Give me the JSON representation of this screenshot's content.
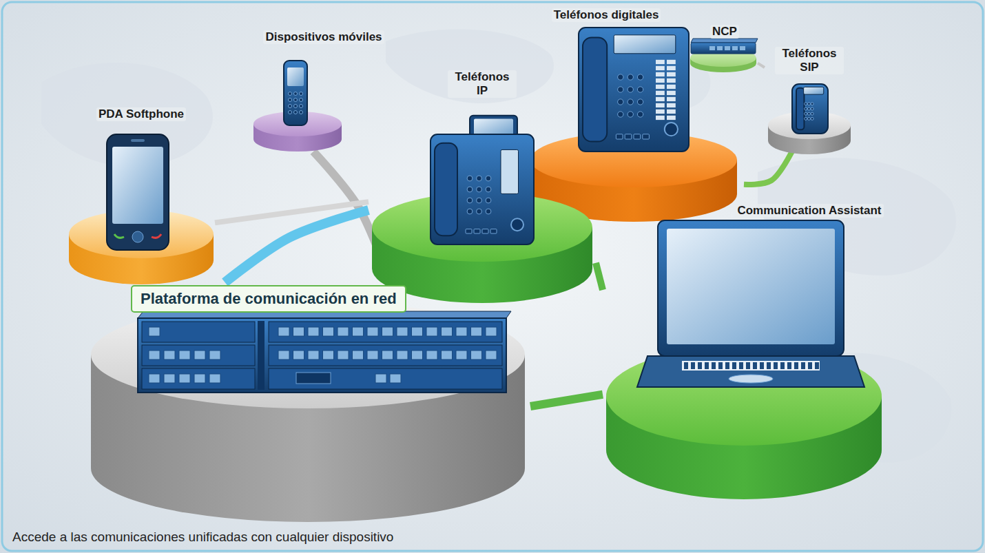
{
  "diagram": {
    "caption": "Accede a las comunicaciones unificadas con cualquier dispositivo",
    "nodes": [
      {
        "text": [
          "Dispositivos móviles"
        ]
      },
      {
        "text": [
          "Teléfonos digitales"
        ]
      },
      {
        "text": [
          "NCP"
        ]
      },
      {
        "text": [
          "Teléfonos SIP"
        ]
      },
      {
        "text": [
          "PDA Softphone"
        ]
      },
      {
        "text": [
          "Teléfonos IP"
        ]
      },
      {
        "text": [
          "Communication Assistant"
        ]
      },
      {
        "text": [
          "Plataforma de comunicación en red"
        ]
      }
    ],
    "edges": [
      {
        "from": 0,
        "to": 7,
        "arrow": "none"
      },
      {
        "from": 4,
        "to": 5,
        "arrow": "none"
      },
      {
        "from": 5,
        "to": 7,
        "arrow": "none"
      },
      {
        "from": 5,
        "to": 6,
        "arrow": "none"
      },
      {
        "from": 7,
        "to": 6,
        "arrow": "none"
      },
      {
        "from": 1,
        "to": 3,
        "arrow": "none"
      },
      {
        "from": 2,
        "to": 3,
        "arrow": "none"
      }
    ]
  }
}
